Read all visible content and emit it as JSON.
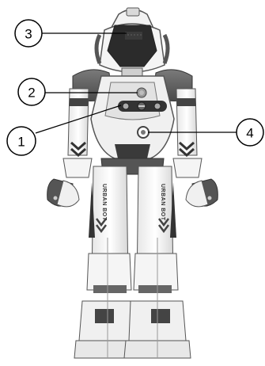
{
  "diagram": {
    "callouts": [
      {
        "id": "1",
        "label": "1"
      },
      {
        "id": "2",
        "label": "2"
      },
      {
        "id": "3",
        "label": "3"
      },
      {
        "id": "4",
        "label": "4"
      }
    ],
    "leg_text": {
      "left": "URBAN BOT",
      "right": "URBAN BOT"
    }
  }
}
